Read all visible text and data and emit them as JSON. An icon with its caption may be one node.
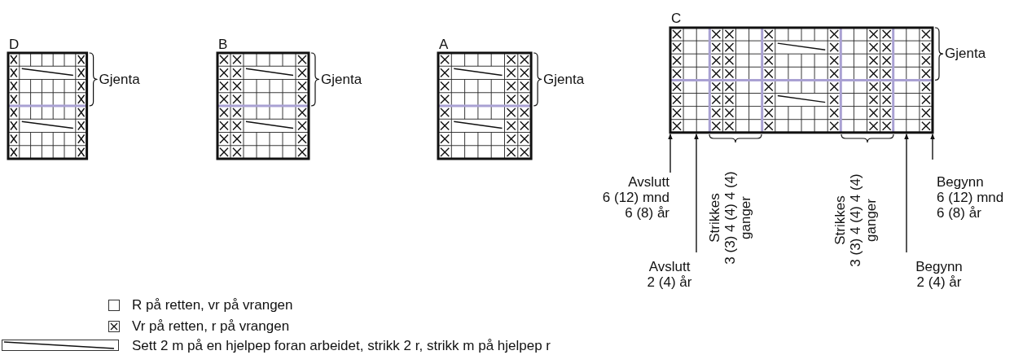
{
  "diagram": {
    "nodes": [
      {
        "text": [
          "D"
        ],
        "beside": [
          "Gjenta"
        ]
      },
      {
        "text": [
          "B"
        ],
        "beside": [
          "Gjenta"
        ]
      },
      {
        "text": [
          "A"
        ],
        "beside": [
          "Gjenta"
        ]
      },
      {
        "text": [
          "C"
        ],
        "beside": [
          "Gjenta"
        ]
      },
      {
        "text": [
          "Avslutt",
          "6 (12) mnd 6 (8) år"
        ]
      },
      {
        "text": [
          "Avslutt",
          "2 (4) år"
        ]
      },
      {
        "text": [
          "Begynn",
          "2 (4) år"
        ]
      },
      {
        "text": [
          "Begynn",
          "6 (12) mnd 6 (8) år"
        ]
      }
    ],
    "edges": [
      {
        "from": 4,
        "to": 3,
        "arrow": "to"
      },
      {
        "from": 5,
        "to": 3,
        "arrow": "to"
      },
      {
        "from": 6,
        "to": 3,
        "arrow": "to"
      },
      {
        "from": 7,
        "to": 3,
        "arrow": "to"
      }
    ],
    "labels": [
      "Strikkes 3 (3) 4 (4) 4 (4) ganger",
      "Strikkes 3 (3) 4 (4) 4 (4) ganger"
    ],
    "legend": [
      {
        "text": "R på retten, vr på vrangen"
      },
      {
        "text": "Vr på retten, r på vrangen"
      },
      {
        "text": "Sett 2 m på en hjelpep foran arbeidet, strikk 2 r, strikk m på hjelpep r"
      }
    ]
  }
}
